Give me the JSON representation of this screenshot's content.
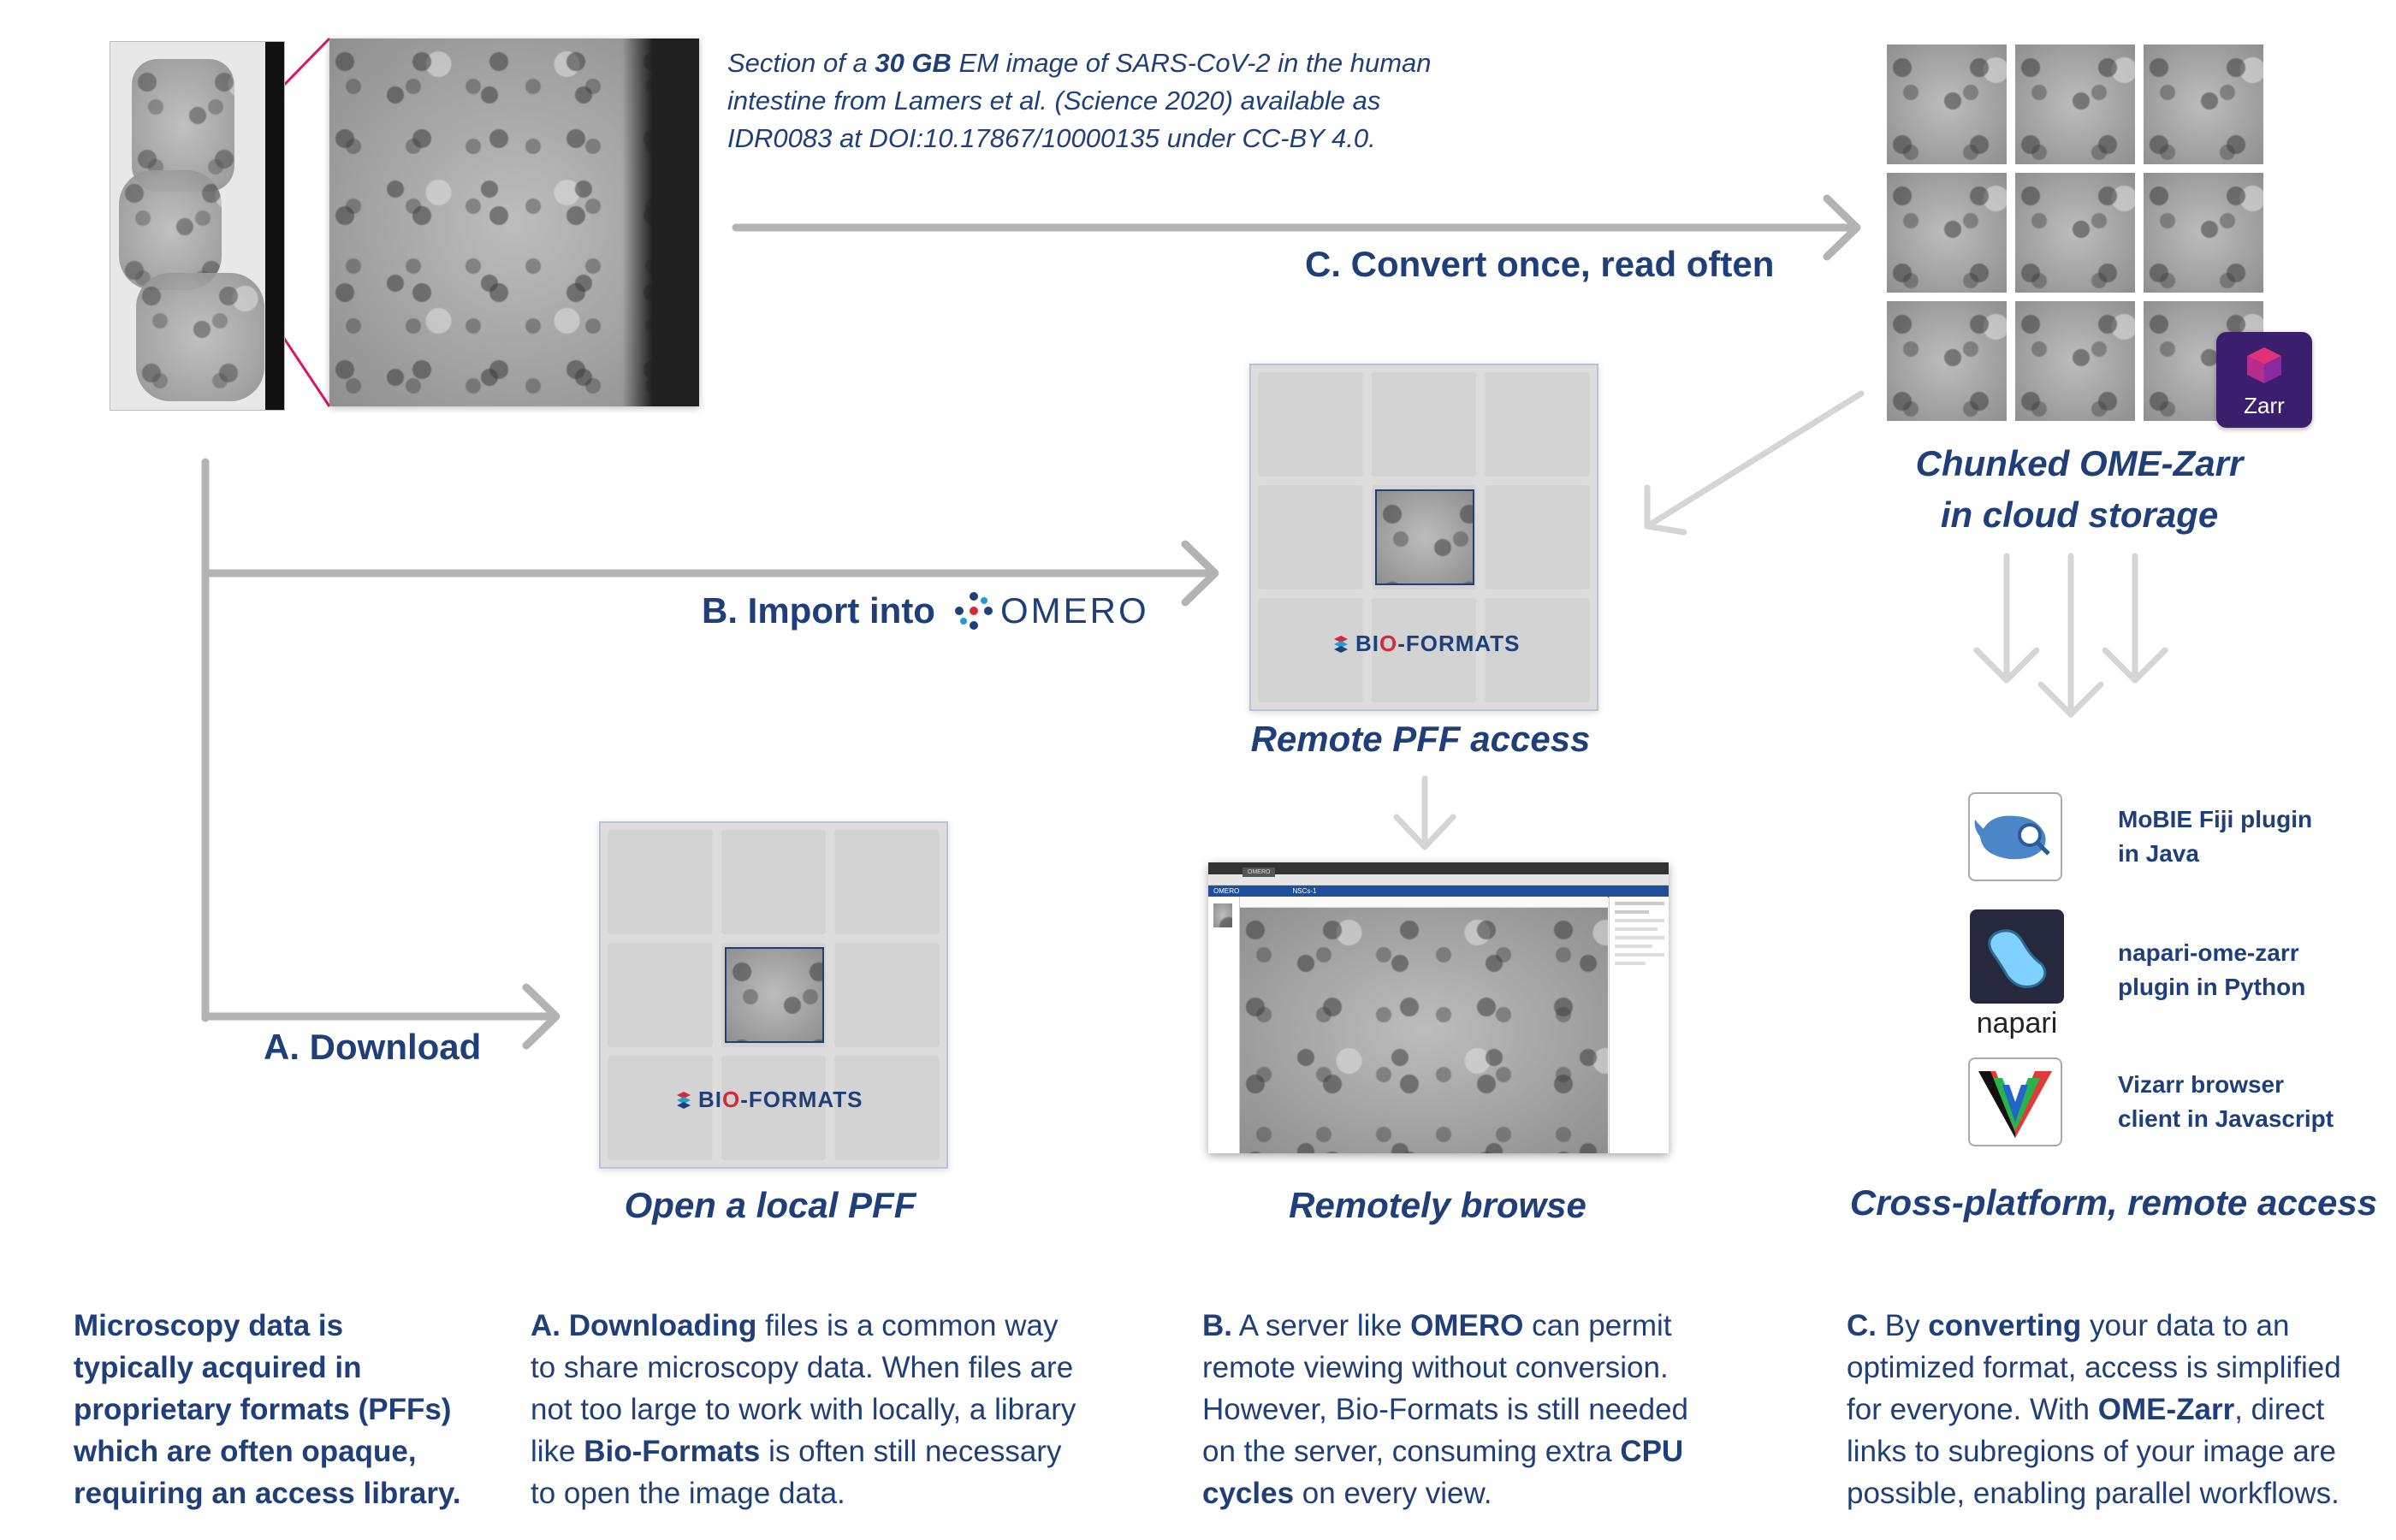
{
  "caption_parts": [
    "Section of a ",
    "30 GB",
    " EM image of SARS-CoV-2 in the human intestine from Lamers et al. (Science 2020) available as IDR0083 at DOI:10.17867/10000135 under CC-BY 4.0."
  ],
  "labels": {
    "convert": "C. Convert once, read often",
    "import": "B. Import into",
    "omero_logo": "OMERO",
    "download": "A. Download"
  },
  "captions": {
    "chunked_line1": "Chunked OME-Zarr",
    "chunked_line2": "in cloud storage",
    "remote_pff": "Remote PFF access",
    "open_local": "Open a local PFF",
    "remotely_browse": "Remotely browse",
    "cross_platform": "Cross-platform, remote access"
  },
  "bioformats": {
    "pre": "BI",
    "o": "O",
    "post": "-FORMATS"
  },
  "zarr_logo": "Zarr",
  "tools": [
    {
      "line1": "MoBIE Fiji plugin",
      "line2": "in Java"
    },
    {
      "line1": "napari-ome-zarr",
      "line2": "plugin in Python",
      "logo_text": "napari"
    },
    {
      "line1": "Vizarr browser",
      "line2": "client in Javascript"
    }
  ],
  "browser": {
    "tab": "OMERO",
    "title": "NSCs-1"
  },
  "para_left": [
    "Microscopy data is",
    "typically acquired in",
    "proprietary formats (PFFs)",
    "which are often opaque,",
    "requiring an access library."
  ],
  "para_a": {
    "b1": "A. Downloading",
    "t1": " files is a common way to share microscopy data. When files are not too large to work with locally, a library like ",
    "b2": "Bio-Formats",
    "t2": " is often still necessary to open the image data."
  },
  "para_b": {
    "b1": "B.",
    "t1": " A server like ",
    "b2": "OMERO",
    "t2": " can permit remote viewing without conversion. However, Bio-Formats is still needed on the server, consuming extra ",
    "b3": "CPU cycles",
    "t3": " on every view."
  },
  "para_c": {
    "b1": "C.",
    "t1": " By ",
    "b2": "converting",
    "t2": " your data to an optimized format, access is simplified for everyone. With ",
    "b3": "OME-Zarr",
    "t3": ", direct links to subregions of your image are possible, enabling parallel workflows."
  },
  "colors": {
    "primary": "#1f3f7a",
    "accent": "#d6186a",
    "arrow": "#b3b3b3",
    "zarr_bg": "#3b1f6e"
  }
}
